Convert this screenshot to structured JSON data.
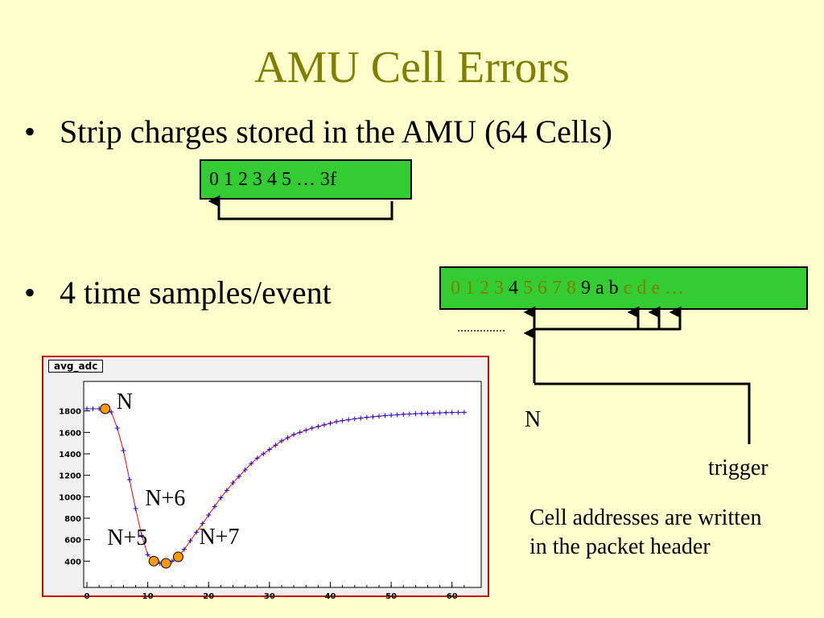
{
  "title": "AMU Cell Errors",
  "bullets": [
    {
      "marker": "•",
      "text": "Strip charges stored in the AMU (64 Cells)"
    },
    {
      "marker": "•",
      "text": "4 time samples/event"
    }
  ],
  "cell_box_1": {
    "text": "0 1 2 3 4 5  … 3f"
  },
  "cell_box_2": {
    "cells": [
      {
        "text": "0",
        "highlight": false
      },
      {
        "text": "1",
        "highlight": false
      },
      {
        "text": "2",
        "highlight": false
      },
      {
        "text": "3",
        "highlight": false
      },
      {
        "text": "4",
        "highlight": true
      },
      {
        "text": "5",
        "highlight": false
      },
      {
        "text": "6",
        "highlight": false
      },
      {
        "text": "7",
        "highlight": false
      },
      {
        "text": "8",
        "highlight": false
      },
      {
        "text": "9",
        "highlight": true
      },
      {
        "text": "a",
        "highlight": true
      },
      {
        "text": "b",
        "highlight": true
      },
      {
        "text": "c",
        "highlight": false
      },
      {
        "text": "d",
        "highlight": false
      },
      {
        "text": "e …",
        "highlight": false
      }
    ]
  },
  "dotted_leader": "...............",
  "labels": {
    "n": "N",
    "trigger": "trigger"
  },
  "note": "Cell addresses are written in the packet header",
  "colors": {
    "background": "#ffffcc",
    "title": "#808000",
    "box": "#33cc33",
    "dim_cell": "#808000",
    "curve": "#ff0000",
    "markers": "#0000ff",
    "highlight_points": "#ff9900"
  },
  "chart_data": {
    "type": "scatter",
    "title": "avg_adc",
    "xlim": [
      0,
      64
    ],
    "ylim": [
      200,
      2000
    ],
    "xticks": [
      0,
      10,
      20,
      30,
      40,
      50,
      60
    ],
    "yticks": [
      400,
      600,
      800,
      1000,
      1200,
      1400,
      1600,
      1800
    ],
    "series": [
      {
        "x": [
          0,
          1,
          2,
          3,
          4,
          5,
          6,
          7,
          8,
          9,
          10,
          11,
          12,
          13,
          14,
          15,
          16,
          17,
          18,
          19,
          20,
          21,
          22,
          23,
          24,
          25,
          26,
          27,
          28,
          29,
          30,
          31,
          32,
          33,
          34,
          35,
          36,
          37,
          38,
          39,
          40,
          41,
          42,
          43,
          44,
          45,
          46,
          47,
          48,
          49,
          50,
          51,
          52,
          53,
          54,
          55,
          56,
          57,
          58,
          59,
          60,
          61,
          62
        ],
        "y": [
          1820,
          1820,
          1820,
          1820,
          1790,
          1640,
          1430,
          1160,
          890,
          640,
          460,
          400,
          380,
          380,
          400,
          440,
          510,
          590,
          670,
          750,
          830,
          910,
          990,
          1060,
          1130,
          1190,
          1250,
          1310,
          1360,
          1400,
          1440,
          1480,
          1520,
          1550,
          1580,
          1600,
          1620,
          1640,
          1655,
          1670,
          1685,
          1700,
          1710,
          1718,
          1726,
          1733,
          1740,
          1746,
          1751,
          1756,
          1760,
          1764,
          1768,
          1771,
          1774,
          1776,
          1778,
          1780,
          1782,
          1784,
          1785,
          1786,
          1787
        ]
      }
    ],
    "highlighted_points": [
      {
        "label": "N",
        "x": 3,
        "y": 1820
      },
      {
        "label": "N+5",
        "x": 11,
        "y": 400
      },
      {
        "label": "N+6",
        "x": 13,
        "y": 380
      },
      {
        "label": "N+7",
        "x": 15,
        "y": 440
      }
    ]
  }
}
